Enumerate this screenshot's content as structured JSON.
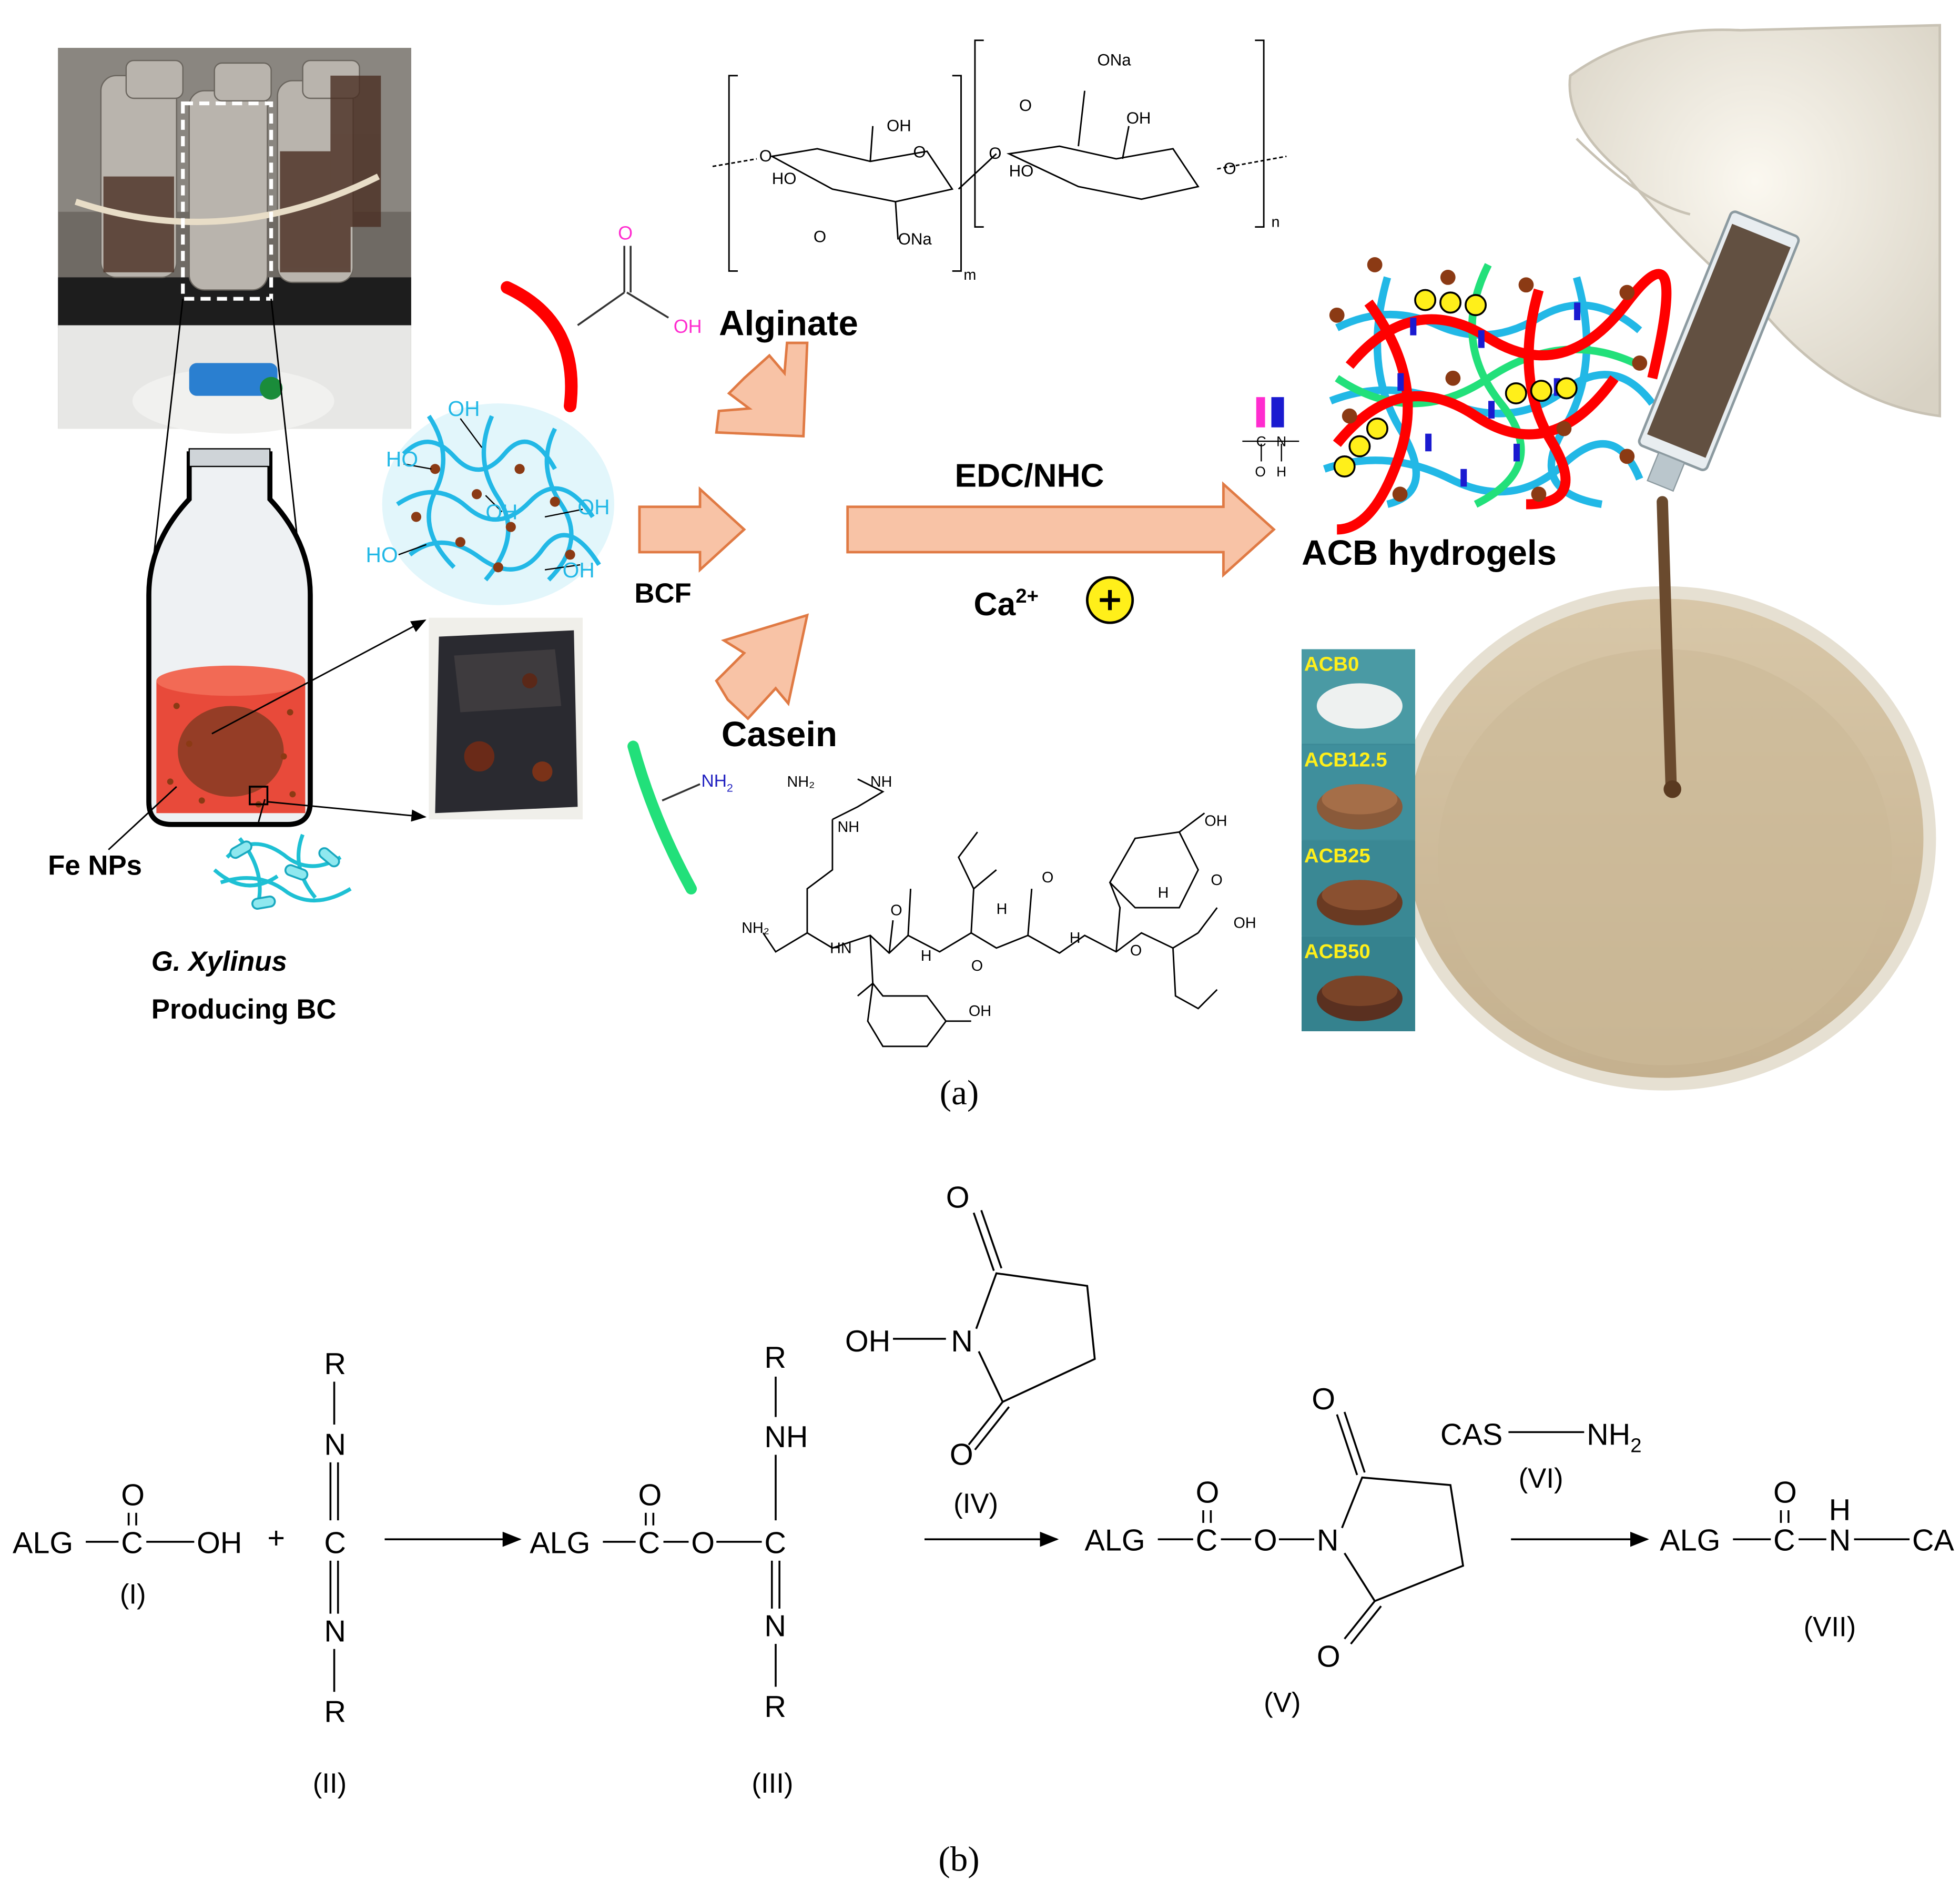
{
  "panel_a": {
    "label": "(a)",
    "fe_nps": "Fe NPs",
    "organism": "G. Xylinus",
    "producing": "Producing  BC",
    "bcf": "BCF",
    "alginate": "Alginate",
    "casein": "Casein",
    "reagent": "EDC/NHC",
    "ion": "Ca",
    "ion_charge": "2+",
    "product": "ACB hydrogels",
    "groups": {
      "oh": "OH",
      "ho": "HO",
      "o": "O",
      "nh2": "NH",
      "sub2": "2"
    },
    "alginate_struct": {
      "ona": "ONa",
      "m": "m",
      "n": "n"
    },
    "amide": {
      "c": "C",
      "n": "N",
      "o": "O",
      "h": "H"
    },
    "casein_struct": {
      "nh": "NH",
      "hn": "HN",
      "nh2": "NH₂",
      "h2n": "NH₂",
      "oh": "OH",
      "o": "O",
      "h": "H"
    },
    "samples": [
      "ACB0",
      "ACB12.5",
      "ACB25",
      "ACB50"
    ],
    "colors": {
      "arrow": "#f8c3a6",
      "arrow_stroke": "#e07a44",
      "alginate": "#ff0000",
      "bc": "#22b8e6",
      "casein": "#22e07a",
      "fe": "#8b3a14",
      "ion": "#ffef1a",
      "carboxyl": "#ff2ccf"
    }
  },
  "panel_b": {
    "label": "(b)",
    "alg": "ALG",
    "c": "C",
    "o": "O",
    "oh": "OH",
    "plus": "+",
    "r": "R",
    "n": "N",
    "nh": "NH",
    "cas": "CAS",
    "nh2_main": "NH",
    "sub2": "2",
    "h": "H",
    "ca_cut": "CA",
    "labels": {
      "i": "(I)",
      "ii": "(II)",
      "iii": "(III)",
      "iv": "(IV)",
      "v": "(V)",
      "vi": "(VI)",
      "vii": "(VII)"
    }
  }
}
